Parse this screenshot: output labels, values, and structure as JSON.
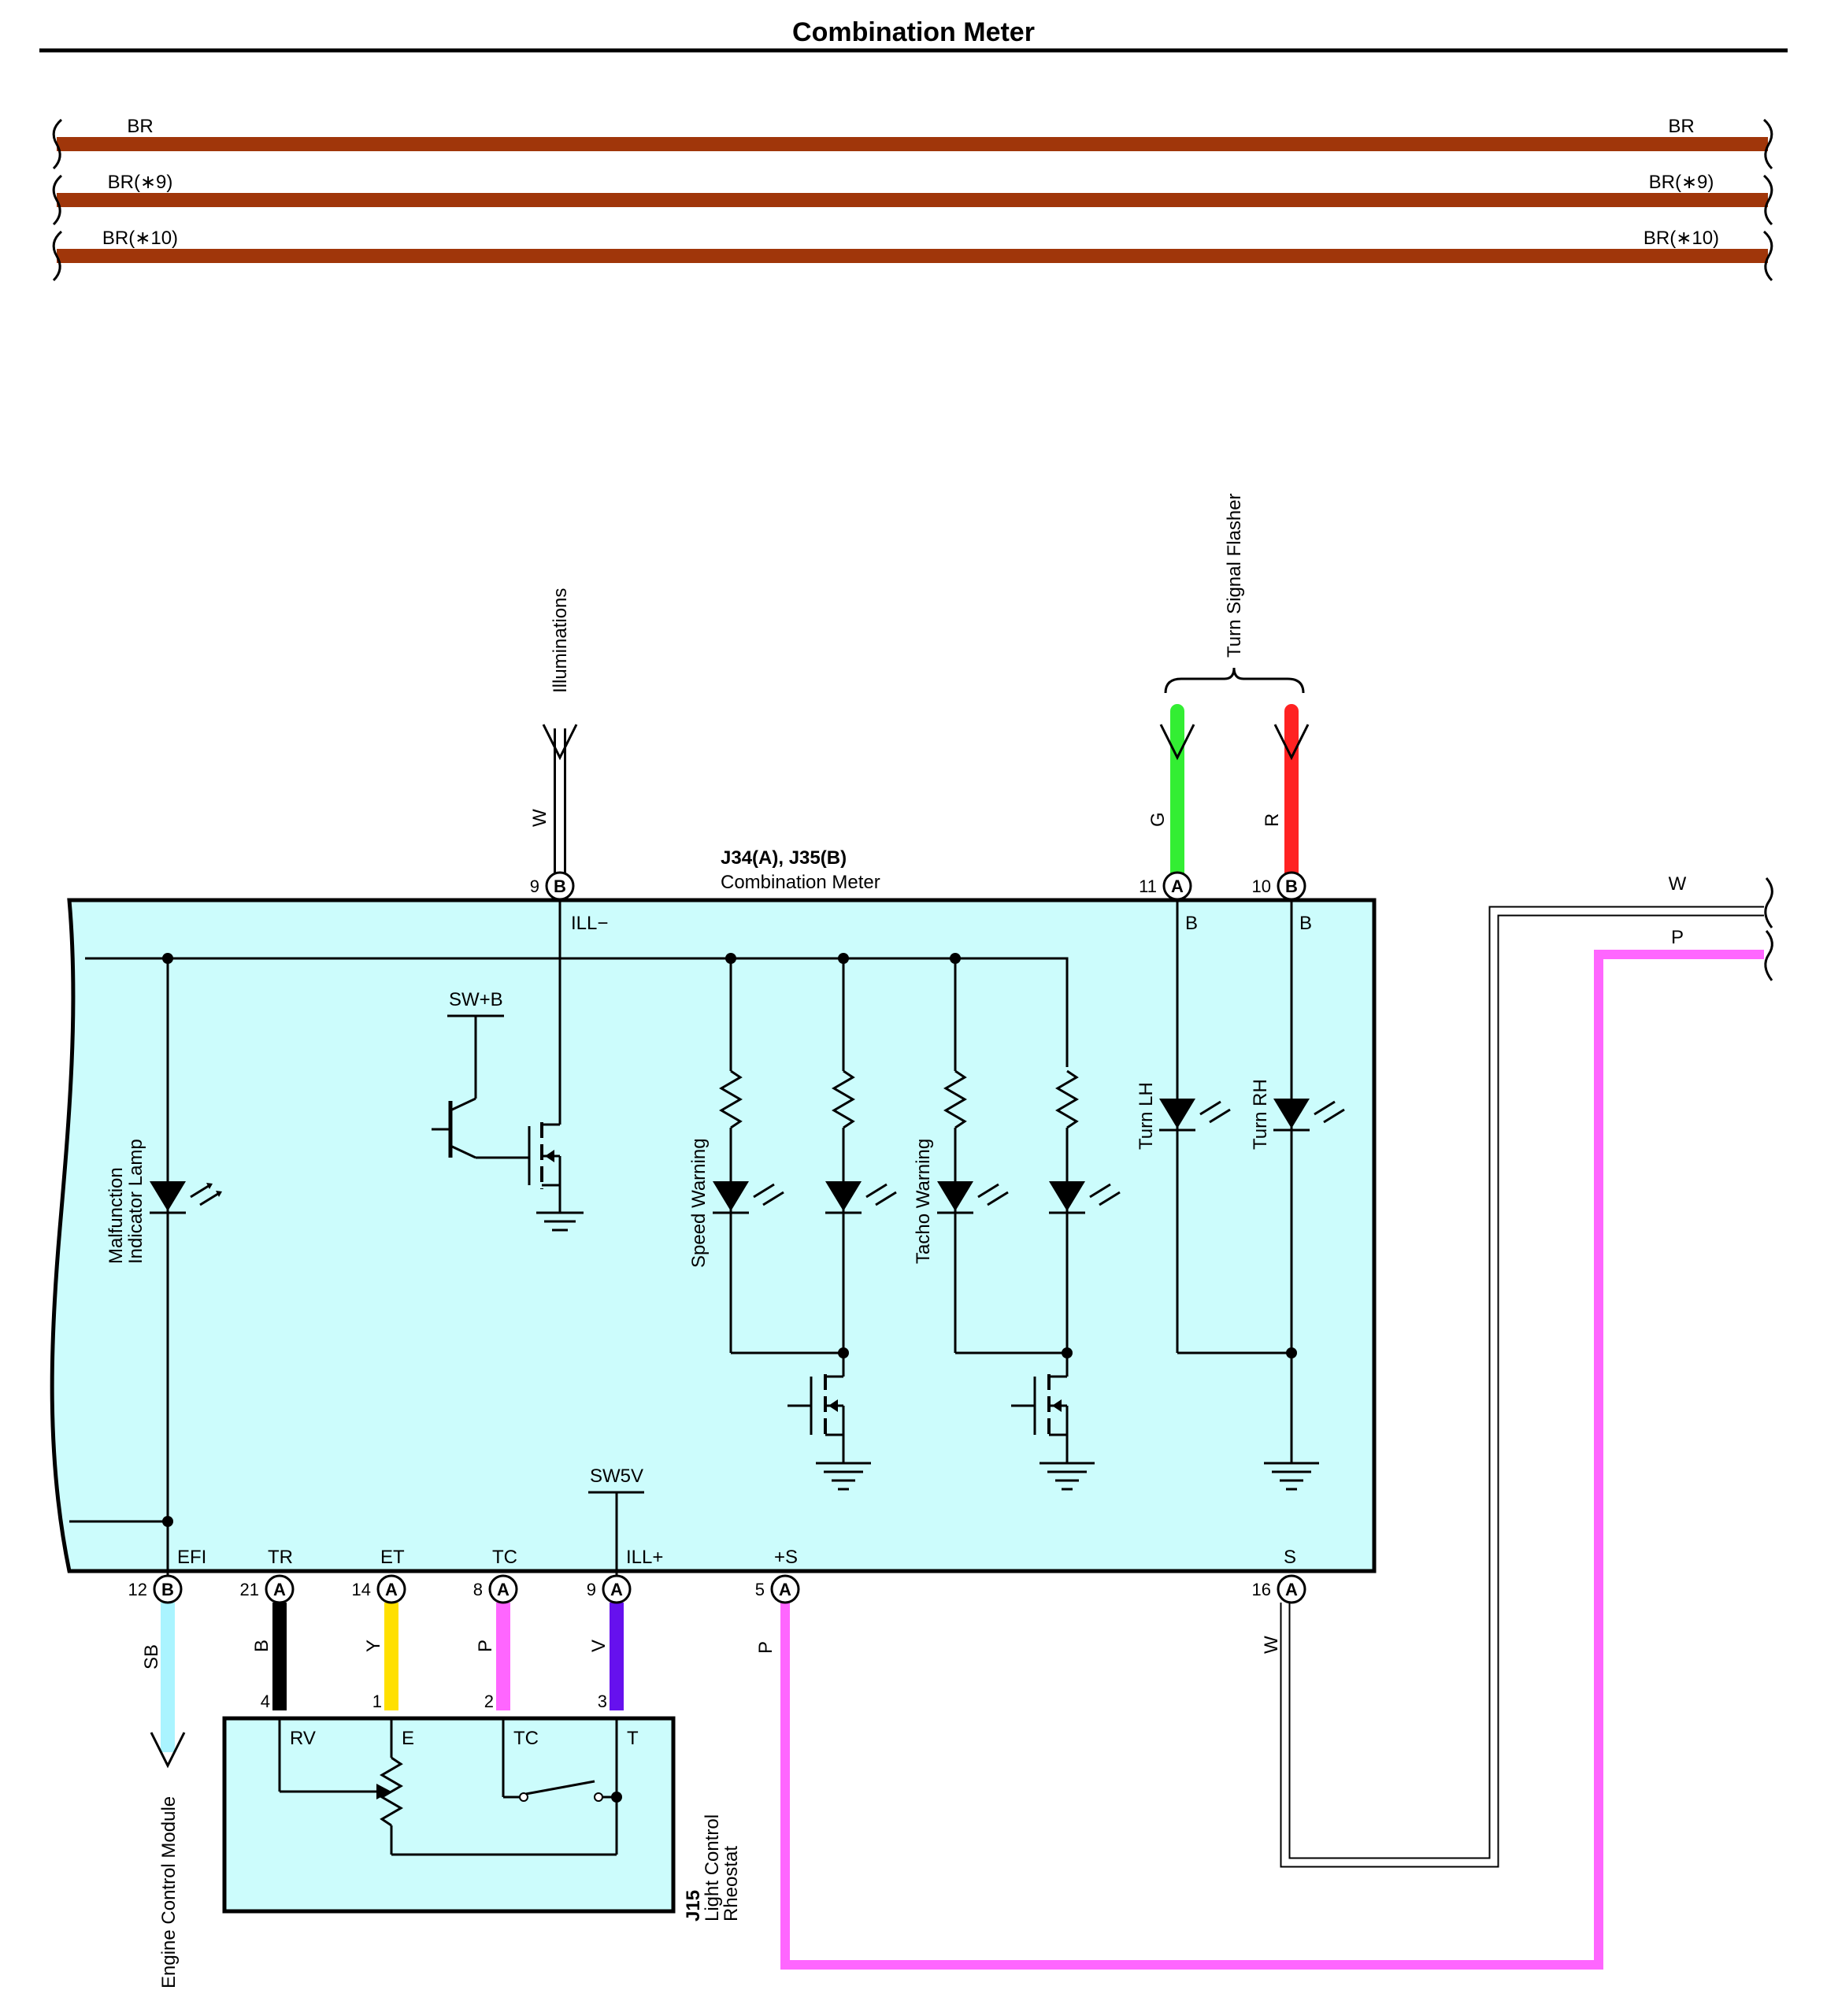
{
  "title": "Combination Meter",
  "colors": {
    "BR": "#a0360a",
    "W": "#ffffff",
    "G": "#33ee33",
    "R": "#ff2222",
    "P": "#ff66ff",
    "SB": "#aaf4ff",
    "B": "#000000",
    "Y": "#ffe000",
    "V": "#6611ee",
    "module_fill": "#ccfcfc"
  },
  "bus_wires": [
    {
      "left": "BR",
      "right": "BR"
    },
    {
      "left": "BR(∗9)",
      "right": "BR(∗9)"
    },
    {
      "left": "BR(∗10)",
      "right": "BR(∗10)"
    }
  ],
  "meter": {
    "connector_id": "J34(A), J35(B)",
    "name": "Combination Meter",
    "internal_labels": {
      "ill_minus": "ILL−",
      "sw_b": "SW+B",
      "sw5v": "SW5V",
      "pin_b_left": "B",
      "pin_b_right": "B"
    },
    "components": {
      "mil": "Malfunction Indicator Lamp",
      "speed": "Speed Warning",
      "tacho": "Tacho Warning",
      "turn_lh": "Turn LH",
      "turn_rh": "Turn RH"
    },
    "top_pins": [
      {
        "num": "9",
        "letter": "B",
        "wire": "W"
      },
      {
        "num": "11",
        "letter": "A",
        "wire": "G"
      },
      {
        "num": "10",
        "letter": "B",
        "wire": "R"
      }
    ],
    "bottom_pins": [
      {
        "num": "12",
        "letter": "B",
        "term": "EFI",
        "wire": "SB"
      },
      {
        "num": "21",
        "letter": "A",
        "term": "TR",
        "wire": "B"
      },
      {
        "num": "14",
        "letter": "A",
        "term": "ET",
        "wire": "Y"
      },
      {
        "num": "8",
        "letter": "A",
        "term": "TC",
        "wire": "P"
      },
      {
        "num": "9",
        "letter": "A",
        "term": "ILL+",
        "wire": "V"
      },
      {
        "num": "5",
        "letter": "A",
        "term": "+S",
        "wire": "P"
      },
      {
        "num": "16",
        "letter": "A",
        "term": "S",
        "wire": "W"
      }
    ]
  },
  "external": {
    "illuminations": "Illuminations",
    "turn_signal_flasher": "Turn Signal Flasher",
    "ecm": "Engine Control Module",
    "right_wires": [
      "W",
      "P"
    ]
  },
  "rheostat": {
    "id": "J15",
    "name_line1": "Light Control",
    "name_line2": "Rheostat",
    "pins": [
      {
        "num": "4",
        "term": "RV"
      },
      {
        "num": "1",
        "term": "E"
      },
      {
        "num": "2",
        "term": "TC"
      },
      {
        "num": "3",
        "term": "T"
      }
    ]
  }
}
